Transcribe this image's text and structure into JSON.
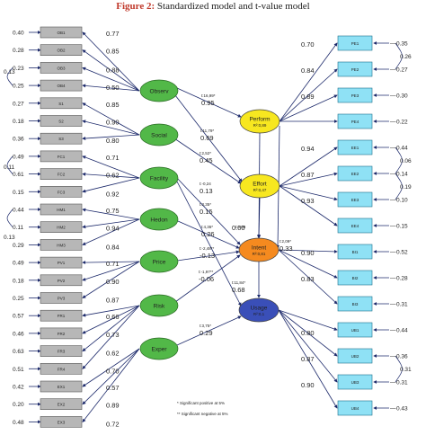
{
  "title": {
    "prefix": "Figure 2:",
    "text": "Standardized model and t-value model"
  },
  "colors": {
    "indicator_left": "#b7b7b7",
    "indicator_right": "#8fe1f5",
    "exogenous": "#52b848",
    "perform_effort": "#f7e720",
    "intent": "#f58a1f",
    "usage": "#3a4fb8",
    "significant_neg": "#d42a2a"
  },
  "left_items": [
    {
      "label": "OB1",
      "err": "0.40"
    },
    {
      "label": "OB2",
      "err": "0.28"
    },
    {
      "label": "OB3",
      "err": "0.23"
    },
    {
      "label": "OB4",
      "err": "0.25"
    },
    {
      "label": "S1",
      "err": "0.27"
    },
    {
      "label": "S2",
      "err": "0.18"
    },
    {
      "label": "S3",
      "err": "0.36"
    },
    {
      "label": "FC1",
      "err": "0.49"
    },
    {
      "label": "FC2",
      "err": "0.61"
    },
    {
      "label": "FC3",
      "err": "0.15"
    },
    {
      "label": "HM1",
      "err": "0.44"
    },
    {
      "label": "HM2",
      "err": "0.11"
    },
    {
      "label": "HM3",
      "err": "0.29"
    },
    {
      "label": "PV1",
      "err": "0.49"
    },
    {
      "label": "PV2",
      "err": "0.18"
    },
    {
      "label": "PV3",
      "err": "0.25"
    },
    {
      "label": "FR1",
      "err": "0.57"
    },
    {
      "label": "FR2",
      "err": "0.46"
    },
    {
      "label": "FR3",
      "err": "0.63"
    },
    {
      "label": "FR4",
      "err": "0.51"
    },
    {
      "label": "EX1",
      "err": "0.42"
    },
    {
      "label": "EX2",
      "err": "0.20"
    },
    {
      "label": "EX3",
      "err": "0.48"
    }
  ],
  "left_extra_errs": [
    "0.13",
    "0.11",
    "0.13"
  ],
  "right_items": [
    {
      "label": "PE1",
      "err": "0.35"
    },
    {
      "label": "PE2",
      "err": "0.27"
    },
    {
      "label": "PE3",
      "err": "0.30"
    },
    {
      "label": "PE4",
      "err": "0.22"
    },
    {
      "label": "EE1",
      "err": "0.44"
    },
    {
      "label": "EE2",
      "err": "0.14"
    },
    {
      "label": "EE3",
      "err": "0.10"
    },
    {
      "label": "EE4",
      "err": "0.15"
    },
    {
      "label": "BI1",
      "err": "0.52"
    },
    {
      "label": "BI2",
      "err": "0.28"
    },
    {
      "label": "BI3",
      "err": "0.31"
    },
    {
      "label": "UB1",
      "err": "0.44"
    },
    {
      "label": "UB2",
      "err": "0.36"
    },
    {
      "label": "UB3",
      "err": "0.31"
    },
    {
      "label": "UB4",
      "err": "0.43"
    }
  ],
  "right_extra_errs": [
    "0.26",
    "0.06",
    "0.19",
    "0.31"
  ],
  "constructs_left": [
    {
      "label": "Observ",
      "loadings": [
        "0.77",
        "0.85",
        "0.88",
        "0.50"
      ]
    },
    {
      "label": "Social",
      "loadings": [
        "0.85",
        "0.90",
        "0.80"
      ]
    },
    {
      "label": "Facility",
      "loadings": [
        "0.71",
        "0.62",
        "0.92"
      ]
    },
    {
      "label": "Hedon",
      "loadings": [
        "0.75",
        "0.94",
        "0.84"
      ]
    },
    {
      "label": "Price",
      "loadings": [
        "0.71",
        "0.90",
        "0.87"
      ]
    },
    {
      "label": "Risk",
      "loadings": [
        "0.66",
        "0.73",
        "0.62",
        "0.70"
      ]
    },
    {
      "label": "Exper",
      "loadings": [
        "0.57",
        "0.89",
        "0.72"
      ]
    }
  ],
  "constructs_right": [
    {
      "label": "Perform",
      "r2": "R²:0,89",
      "loadings": [
        "0.70",
        "0.84",
        "0.89"
      ]
    },
    {
      "label": "Effort",
      "r2": "R²:0,47",
      "loadings": [
        "0.94",
        "0.87",
        "0.93"
      ]
    },
    {
      "label": "Intent",
      "r2": "R²:0,81",
      "loadings": [
        "0.90",
        "0.83"
      ]
    },
    {
      "label": "Usage",
      "r2": "R²:0,1",
      "loadings": [
        "0.80",
        "0.87",
        "0.90"
      ]
    }
  ],
  "paths": [
    {
      "t": "t:16,99*",
      "b": "0.95"
    },
    {
      "t": "t:11,79*",
      "b": "0.69"
    },
    {
      "t": "t:2,52*",
      "b": "0.45"
    },
    {
      "t": "t:-0,24",
      "b": "0.13"
    },
    {
      "t": "t:3,35*",
      "b": "0.15"
    },
    {
      "t": "t:4,36*",
      "b": "0.26"
    },
    {
      "t": "t:-2,48**",
      "b": "-0.13"
    },
    {
      "t": "t:-1,97**",
      "b": "-0.06"
    },
    {
      "t": "t:3,75*",
      "b": "0.29"
    },
    {
      "t": "",
      "b": "0.00"
    },
    {
      "t": "t:0,09",
      "b": ""
    },
    {
      "t": "t:2,09*",
      "b": "0.33"
    },
    {
      "t": "t:11,84*",
      "b": "0.68"
    }
  ],
  "notes": [
    "* Significant positive at 5%",
    "** Significant negative at 5%"
  ]
}
